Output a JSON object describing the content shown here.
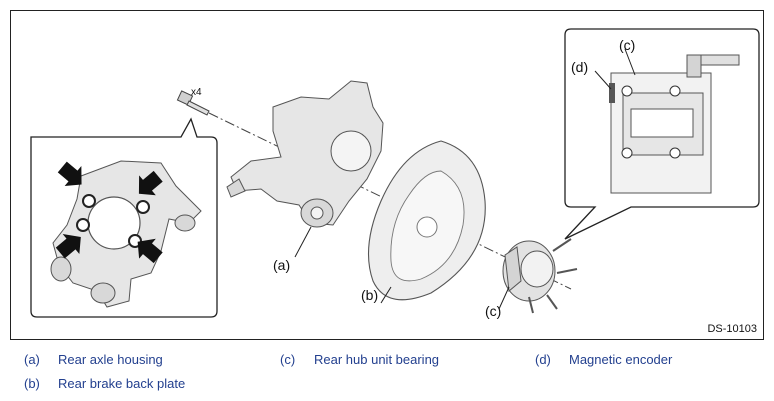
{
  "figure": {
    "code": "DS-10103",
    "bolt_qty": "x4",
    "callouts": {
      "a": "(a)",
      "b": "(b)",
      "c_main": "(c)",
      "c_detail": "(c)",
      "d_detail": "(d)"
    }
  },
  "legend": [
    {
      "tag": "(a)",
      "text": "Rear axle housing"
    },
    {
      "tag": "(b)",
      "text": "Rear brake back plate"
    },
    {
      "tag": "(c)",
      "text": "Rear hub unit bearing"
    },
    {
      "tag": "(d)",
      "text": "Magnetic encoder"
    }
  ],
  "colors": {
    "legend_text": "#23408f",
    "part_fill": "#e6e6e6",
    "part_stroke": "#555555"
  }
}
